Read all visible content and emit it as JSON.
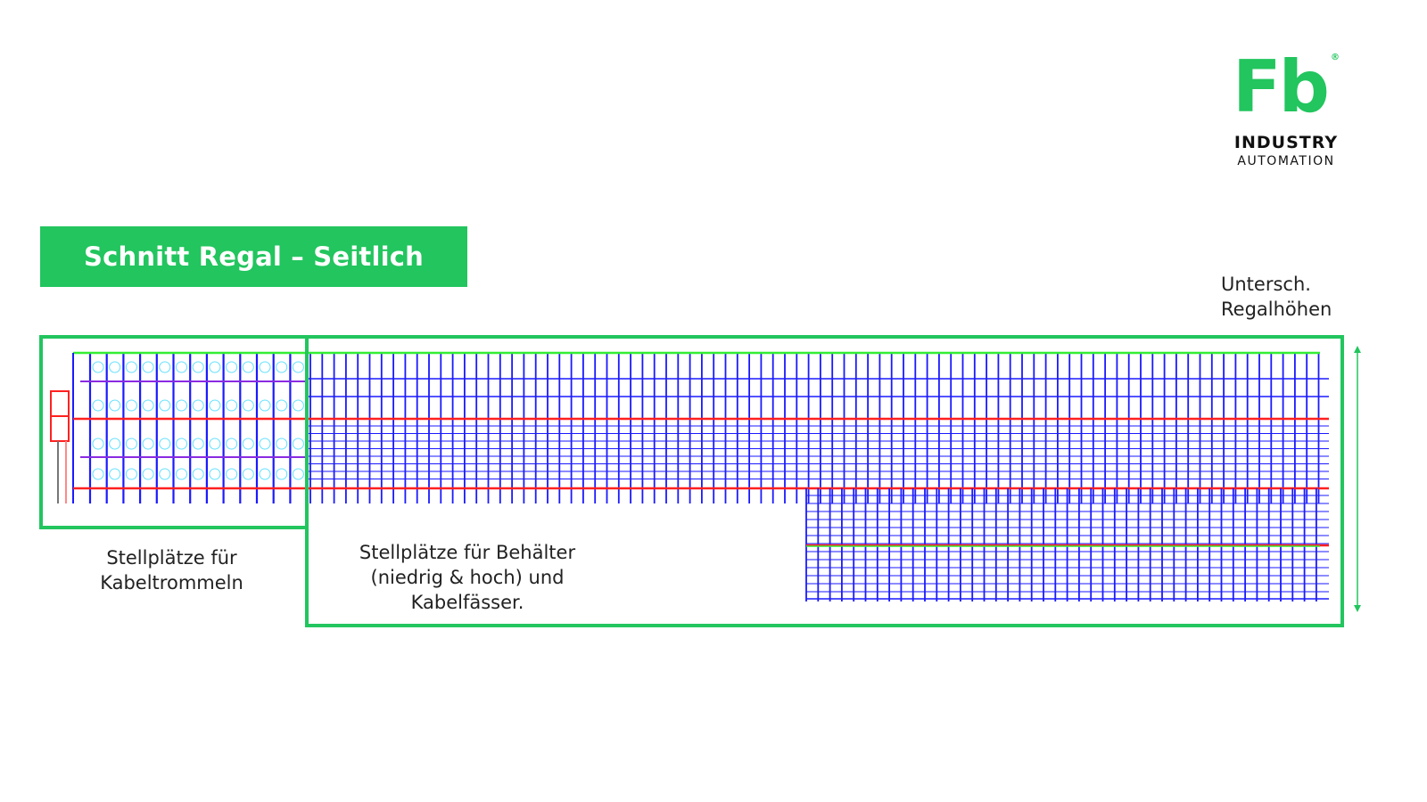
{
  "logo": {
    "mark": "Fb",
    "registered": "®",
    "line1": "INDUSTRY",
    "line2": "AUTOMATION"
  },
  "title": "Schnitt Regal – Seitlich",
  "labels": {
    "drums": [
      "Stellplätze für",
      "Kabeltrommeln"
    ],
    "containers": [
      "Stellplätze für Behälter",
      "(niedrig & hoch) und",
      "Kabelfässer."
    ],
    "heights": [
      "Untersch.",
      "Regalhöhen"
    ]
  },
  "colors": {
    "accent": "#22c55e",
    "rack_upright": "#1a1aff",
    "beam_red": "#ff2020",
    "beam_green": "#33ee33",
    "drum_cyan": "#66e0ff"
  }
}
